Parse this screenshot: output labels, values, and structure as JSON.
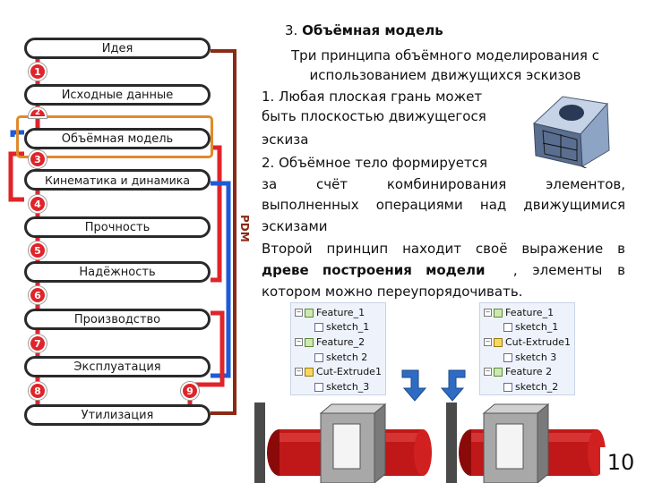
{
  "left_diagram": {
    "stages": [
      {
        "label": "Идея"
      },
      {
        "label": "Исходные данные"
      },
      {
        "label": "Объёмная модель"
      },
      {
        "label": "Кинематика и динамика"
      },
      {
        "label": "Прочность"
      },
      {
        "label": "Надёжность"
      },
      {
        "label": "Производство"
      },
      {
        "label": "Эксплуатация"
      },
      {
        "label": "Утилизация"
      }
    ],
    "numbers": [
      "1",
      "2",
      "3",
      "4",
      "5",
      "6",
      "7",
      "8",
      "9"
    ],
    "pdm_label": "PDM",
    "colors": {
      "red": "#e0242a",
      "blue": "#1e5bd8",
      "brown": "#8b2a14",
      "highlight": "#e08a2a"
    }
  },
  "content": {
    "section_number": "3.",
    "section_title": "Объёмная модель",
    "subtitle_line1": "Три принципа объёмного моделирования с",
    "subtitle_line2": "использованием движущихся эскизов",
    "p1_line1": "1.    Любая плоская грань может",
    "p1_line2": "быть плоскостью движущегося",
    "p1_line3": "эскиза",
    "p2_line1": "2. Объёмное тело формируется",
    "p2_line2": "за счёт комбинирования элементов,",
    "p2_line3": "выполненных операциями над движущимися",
    "p2_line4": "эскизами",
    "p3_line1": "Второй принцип находит своё выражение в",
    "p3_line2a": "древе построения модели",
    "p3_line2b": ", элементы в",
    "p3_line3": "котором можно переупорядочивать."
  },
  "tree_left": [
    {
      "label": "Feature_1",
      "icon": "feature-icon"
    },
    {
      "label": "sketch_1",
      "icon": "sketch-icon"
    },
    {
      "label": "Feature_2",
      "icon": "feature-icon"
    },
    {
      "label": "sketch 2",
      "icon": "sketch-icon"
    },
    {
      "label": "Cut-Extrude1",
      "icon": "cut-icon"
    },
    {
      "label": "sketch_3",
      "icon": "sketch-icon"
    }
  ],
  "tree_right": [
    {
      "label": "Feature_1",
      "icon": "feature-icon"
    },
    {
      "label": "sketch_1",
      "icon": "sketch-icon"
    },
    {
      "label": "Cut-Extrude1",
      "icon": "cut-icon"
    },
    {
      "label": "sketch 3",
      "icon": "sketch-icon"
    },
    {
      "label": "Feature 2",
      "icon": "feature-icon"
    },
    {
      "label": "sketch_2",
      "icon": "sketch-icon"
    }
  ],
  "page_number": "10"
}
